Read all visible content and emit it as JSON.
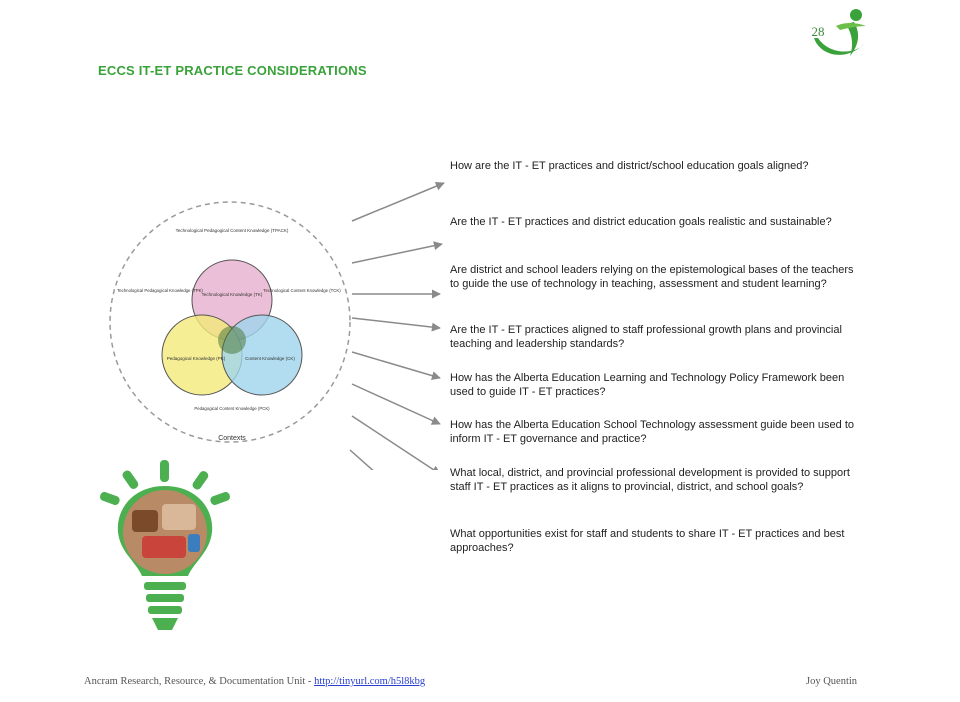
{
  "slide": {
    "title": "ECCS IT-ET PRACTICE CONSIDERATIONS",
    "page_number": "28"
  },
  "diagram": {
    "top_label": "Technological Pedagogical Content Knowledge (TPACK)",
    "left_label": "Technological Pedagogical Knowledge (TPK)",
    "right_label": "Technological Content Knowledge (TCK)",
    "bottom_label": "Pedagogical Content Knowledge (PCK)",
    "tech_circle": "Technological Knowledge (TK)",
    "ped_circle": "Pedagogical Knowledge (PK)",
    "content_circle": "Content Knowledge (CK)",
    "context_label": "Contexts",
    "colors": {
      "technological": "#e8b4d0",
      "pedagogical": "#f3ea7a",
      "content": "#9fd4ec",
      "arrow": "#8a8a8a",
      "bulb": "#4caf50"
    }
  },
  "questions": [
    "How are the IT - ET practices and district/school education goals aligned?",
    "Are the IT - ET practices and district education goals realistic and sustainable?",
    "Are district and school leaders relying on the epistemological bases of the teachers to guide the use of technology in teaching, assessment and student learning?",
    "Are the IT - ET practices aligned to staff professional growth plans and provincial teaching and leadership standards?",
    "How has the Alberta Education Learning and Technology Policy Framework been used to guide IT - ET practices?",
    "How has the Alberta Education School Technology assessment guide been used to inform IT - ET governance and practice?",
    "What local, district, and provincial professional development is provided to support staff IT - ET practices as it aligns to provincial, district, and school goals?",
    "What opportunities exist for staff and students to share IT - ET practices and best approaches?"
  ],
  "footer": {
    "left_text": "Ancram Research, Resource, & Documentation Unit - ",
    "link_text": "http://tinyurl.com/h5l8kbg",
    "right_text": "Joy Quentin"
  }
}
